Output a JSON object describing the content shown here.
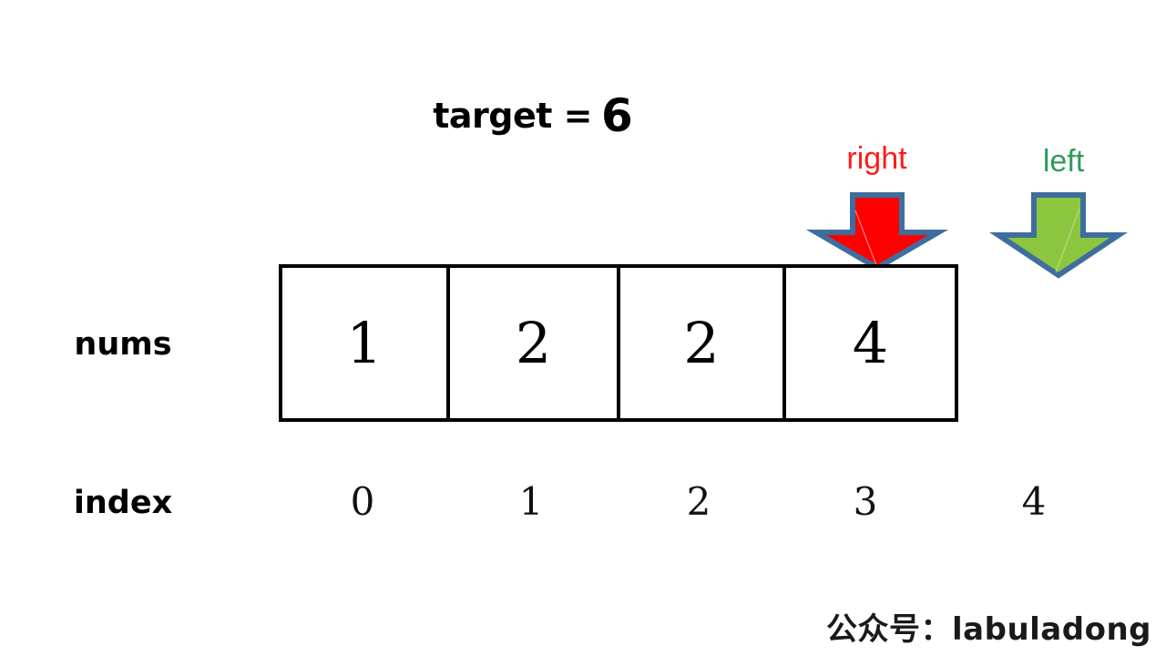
{
  "title": {
    "label": "target =",
    "value": "6"
  },
  "pointers": [
    {
      "name": "right",
      "label": "right",
      "label_color": "#FF1A1A",
      "arrow_fill": "#FF0000",
      "arrow_stroke": "#3E6E9E",
      "index": 3
    },
    {
      "name": "left",
      "label": "left",
      "label_color": "#2E9B57",
      "arrow_fill": "#8CC63F",
      "arrow_stroke": "#3E6E9E",
      "index": 4
    }
  ],
  "array": {
    "label": "nums",
    "values": [
      "1",
      "2",
      "2",
      "4"
    ],
    "border_color": "#000000"
  },
  "index_axis": {
    "label": "index",
    "values": [
      "0",
      "1",
      "2",
      "3",
      "4"
    ],
    "positions": [
      92,
      277,
      461,
      644,
      829
    ]
  },
  "watermark": {
    "text": "公众号：labuladong"
  }
}
